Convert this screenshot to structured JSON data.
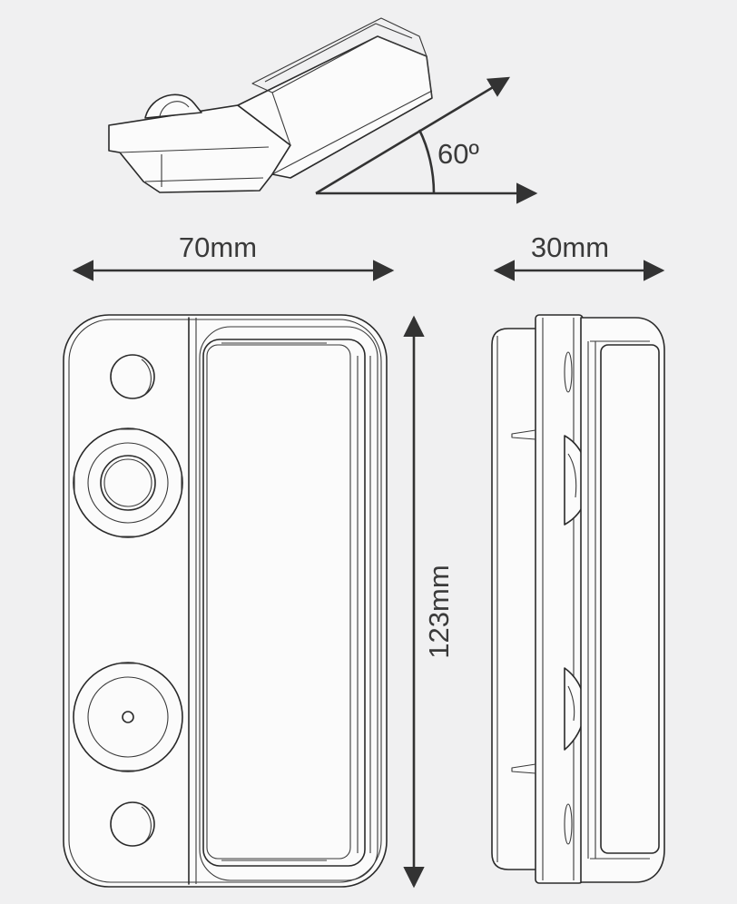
{
  "dimensions": {
    "width_label": "70mm",
    "depth_label": "30mm",
    "height_label": "123mm",
    "angle_label": "60º"
  },
  "colors": {
    "background": "#f0f0f1",
    "line": "#2a2a2a",
    "fill": "#fbfbfb"
  }
}
